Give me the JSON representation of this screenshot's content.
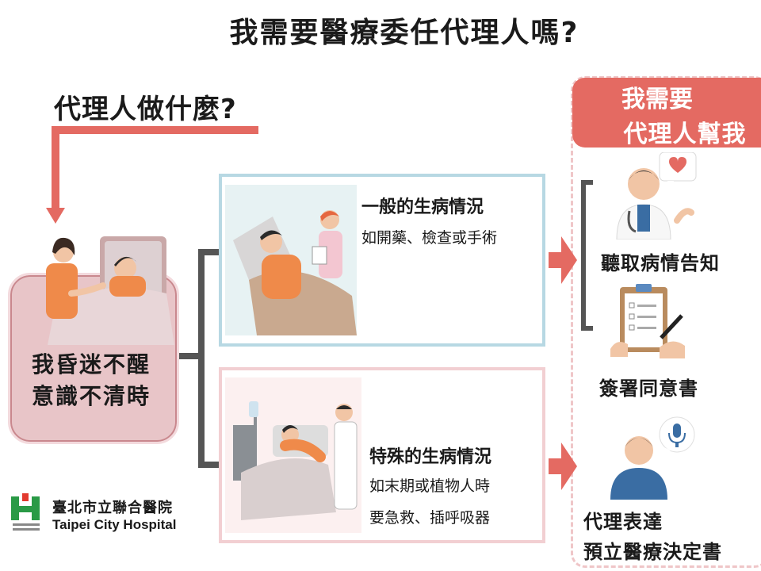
{
  "title": "我需要醫療委任代理人嗎?",
  "question": "代理人做什麼?",
  "situation": {
    "line1": "我昏迷不醒",
    "line2": "意識不清時"
  },
  "general": {
    "title": "一般的生病情況",
    "desc": "如開藥、檢查或手術"
  },
  "special": {
    "title": "特殊的生病情況",
    "desc1": "如末期或植物人時",
    "desc2": "要急救、插呼吸器"
  },
  "need": {
    "line1": "我需要",
    "line2": "代理人幫我"
  },
  "actions": {
    "hear": "聽取病情告知",
    "sign": "簽署同意書",
    "express1": "代理表達",
    "express2": "預立醫療決定書"
  },
  "logo": {
    "zh": "臺北市立聯合醫院",
    "en": "Taipei City Hospital",
    "icon": "hospital-h-logo"
  },
  "colors": {
    "accent": "#e46a62",
    "situation_box": "#e8c5c8",
    "general_border": "#b7d8e3",
    "special_border": "#f2cfd2",
    "bracket": "#555555"
  }
}
